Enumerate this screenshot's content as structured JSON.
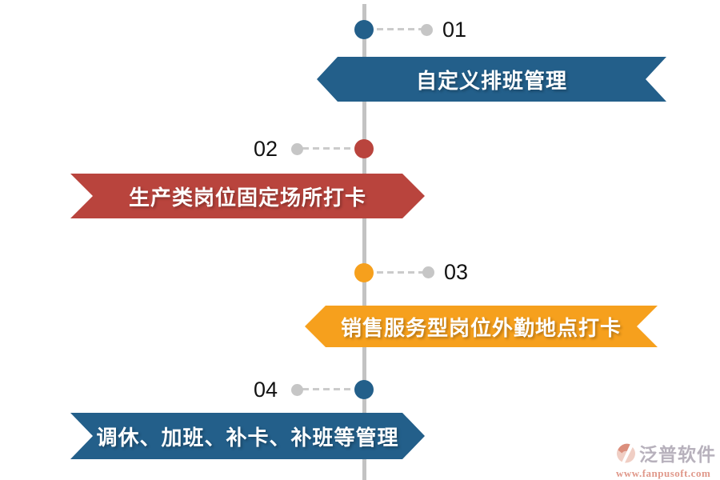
{
  "timeline": {
    "line_color": "#C3C3C3",
    "connector_color": "#CBCBCB",
    "items": [
      {
        "number": "01",
        "label": "自定义排班管理",
        "color": "#235F8A"
      },
      {
        "number": "02",
        "label": "生产类岗位固定场所打卡",
        "color": "#B9443D"
      },
      {
        "number": "03",
        "label": "销售服务型岗位外勤地点打卡",
        "color": "#F6A01D"
      },
      {
        "number": "04",
        "label": "调休、加班、补卡、补班等管理",
        "color": "#235F8A"
      }
    ]
  },
  "watermark": {
    "brand": "泛普软件",
    "url": "www.fanpusoft.com",
    "brand_color": "#B7B1BC",
    "accent_color": "#E0988A"
  }
}
